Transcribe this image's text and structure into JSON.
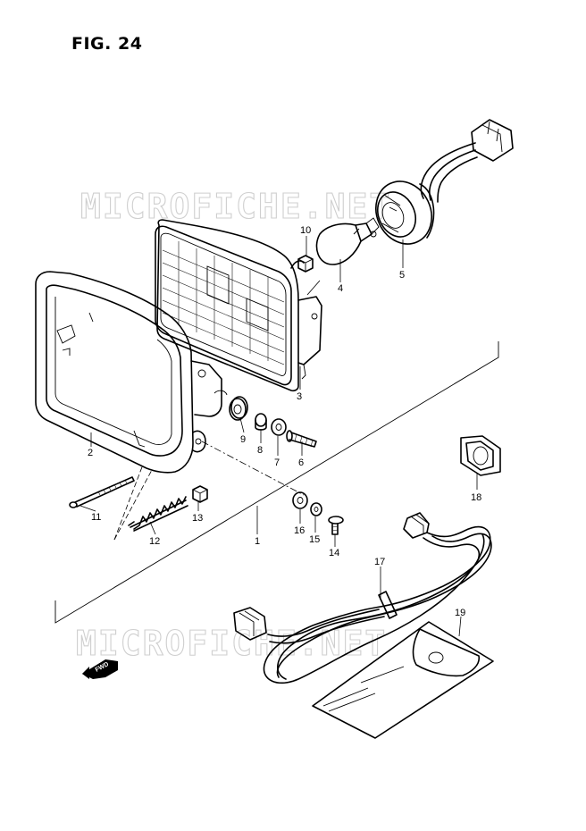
{
  "figure": {
    "title": "FIG. 24"
  },
  "watermark": {
    "text": "MICROFICHE.NET"
  },
  "direction_marker": {
    "text": "FWD"
  },
  "callouts": [
    {
      "id": "10",
      "label": "10"
    },
    {
      "id": "4",
      "label": "4"
    },
    {
      "id": "5",
      "label": "5"
    },
    {
      "id": "3",
      "label": "3"
    },
    {
      "id": "2",
      "label": "2"
    },
    {
      "id": "9",
      "label": "9"
    },
    {
      "id": "8",
      "label": "8"
    },
    {
      "id": "7",
      "label": "7"
    },
    {
      "id": "6",
      "label": "6"
    },
    {
      "id": "18",
      "label": "18"
    },
    {
      "id": "11",
      "label": "11"
    },
    {
      "id": "13",
      "label": "13"
    },
    {
      "id": "12",
      "label": "12"
    },
    {
      "id": "1",
      "label": "1"
    },
    {
      "id": "16",
      "label": "16"
    },
    {
      "id": "15",
      "label": "15"
    },
    {
      "id": "14",
      "label": "14"
    },
    {
      "id": "17",
      "label": "17"
    },
    {
      "id": "19",
      "label": "19"
    }
  ]
}
